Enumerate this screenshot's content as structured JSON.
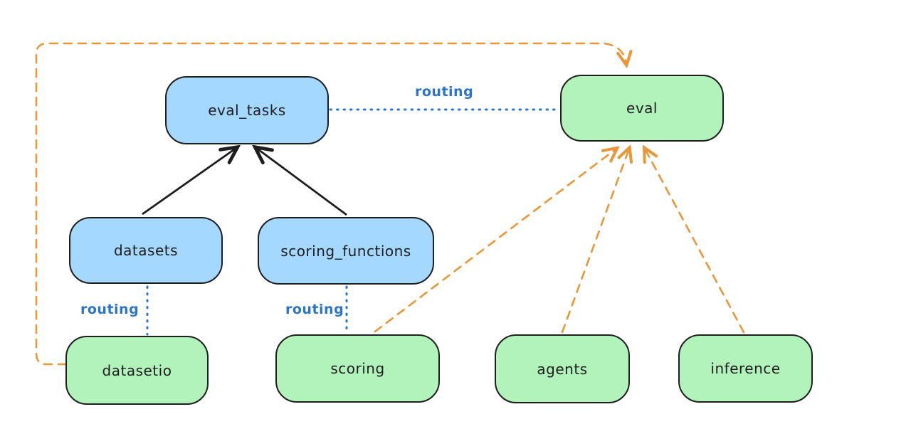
{
  "diagram": {
    "nodes": [
      {
        "id": "eval_tasks",
        "label": "eval_tasks",
        "fill": "#a5d8ff"
      },
      {
        "id": "eval",
        "label": "eval",
        "fill": "#b2f2bb"
      },
      {
        "id": "datasets",
        "label": "datasets",
        "fill": "#a5d8ff"
      },
      {
        "id": "scoring_functions",
        "label": "scoring_functions",
        "fill": "#a5d8ff"
      },
      {
        "id": "datasetio",
        "label": "datasetio",
        "fill": "#b2f2bb"
      },
      {
        "id": "scoring",
        "label": "scoring",
        "fill": "#b2f2bb"
      },
      {
        "id": "agents",
        "label": "agents",
        "fill": "#b2f2bb"
      },
      {
        "id": "inference",
        "label": "inference",
        "fill": "#b2f2bb"
      }
    ],
    "edges": [
      {
        "from": "datasets",
        "to": "eval_tasks",
        "style": "solid-arrow",
        "color": "#1e1e1e",
        "label": ""
      },
      {
        "from": "scoring_functions",
        "to": "eval_tasks",
        "style": "solid-arrow",
        "color": "#1e1e1e",
        "label": ""
      },
      {
        "from": "eval_tasks",
        "to": "eval",
        "style": "dotted",
        "color": "#2b74c7",
        "label": "routing"
      },
      {
        "from": "datasets",
        "to": "datasetio",
        "style": "dotted",
        "color": "#2b74c7",
        "label": "routing"
      },
      {
        "from": "scoring_functions",
        "to": "scoring",
        "style": "dotted",
        "color": "#2b74c7",
        "label": "routing"
      },
      {
        "from": "datasetio",
        "to": "eval",
        "style": "dashed-arrow",
        "color": "#e8973a",
        "label": ""
      },
      {
        "from": "scoring",
        "to": "eval",
        "style": "dashed-arrow",
        "color": "#e8973a",
        "label": ""
      },
      {
        "from": "agents",
        "to": "eval",
        "style": "dashed-arrow",
        "color": "#e8973a",
        "label": ""
      },
      {
        "from": "inference",
        "to": "eval",
        "style": "dashed-arrow",
        "color": "#e8973a",
        "label": ""
      }
    ],
    "colors": {
      "registry_fill": "#a5d8ff",
      "api_fill": "#b2f2bb",
      "stroke": "#1e1e1e",
      "routing_blue": "#2b74c7",
      "provider_orange": "#e8973a",
      "background": "#ffffff"
    }
  }
}
